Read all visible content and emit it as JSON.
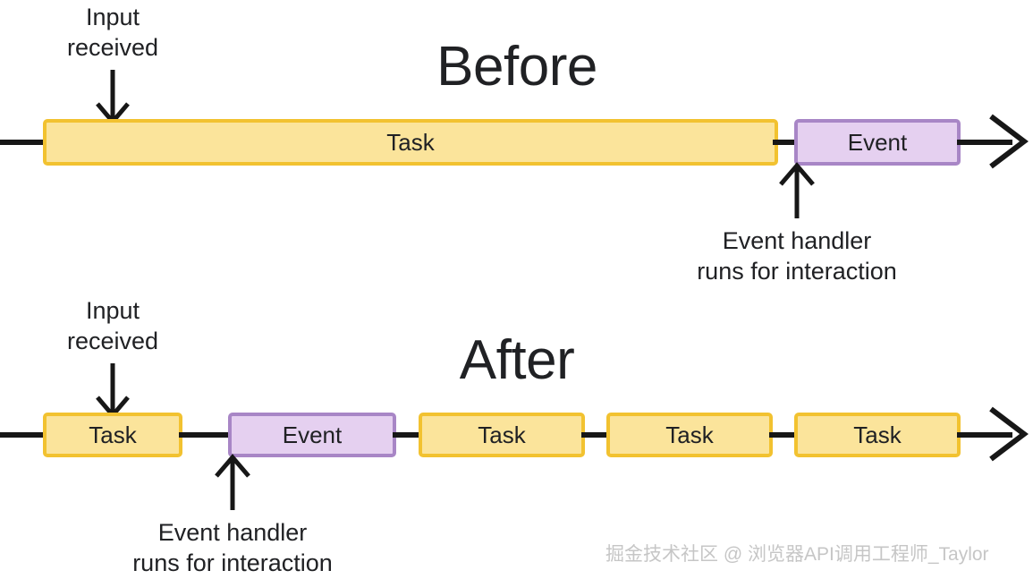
{
  "figure": {
    "background": "#ffffff",
    "task_fill": "#FBE49B",
    "task_border": "#F2C230",
    "event_fill": "#E5D0F0",
    "event_border": "#A886C6",
    "line_color": "#171717",
    "text_color": "#202124"
  },
  "before": {
    "title": "Before",
    "input_caption": "Input\nreceived",
    "handler_caption": "Event handler\nruns for interaction",
    "blocks": [
      {
        "label": "Task",
        "kind": "task"
      },
      {
        "label": "Event",
        "kind": "event"
      }
    ]
  },
  "after": {
    "title": "After",
    "input_caption": "Input\nreceived",
    "handler_caption": "Event handler\nruns for interaction",
    "blocks": [
      {
        "label": "Task",
        "kind": "task"
      },
      {
        "label": "Event",
        "kind": "event"
      },
      {
        "label": "Task",
        "kind": "task"
      },
      {
        "label": "Task",
        "kind": "task"
      },
      {
        "label": "Task",
        "kind": "task"
      }
    ]
  },
  "watermark": {
    "text": "掘金技术社区 @ 浏览器API调用工程师_Taylor"
  }
}
